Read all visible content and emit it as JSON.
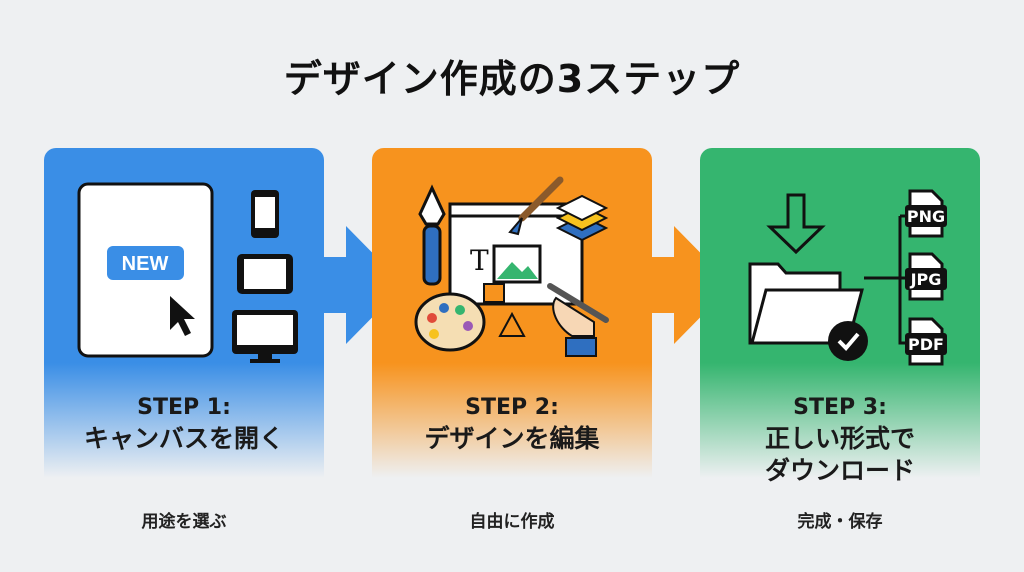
{
  "title": "デザイン作成の3ステップ",
  "colors": {
    "blue": "#3a8ee6",
    "orange": "#f7931e",
    "green": "#35b56f",
    "background": "#eef0f2"
  },
  "steps": [
    {
      "step": "STEP 1:",
      "heading": [
        "キャンバスを開く"
      ],
      "caption": "用途を選ぶ",
      "badge": "NEW",
      "icons": [
        "canvas-icon",
        "cursor-icon",
        "smartphone-icon",
        "tablet-icon",
        "monitor-icon"
      ]
    },
    {
      "step": "STEP 2:",
      "heading": [
        "デザインを編集"
      ],
      "caption": "自由に作成",
      "text_tool": "T",
      "icons": [
        "pen-nib-icon",
        "paintbrush-icon",
        "layers-icon",
        "image-icon",
        "palette-icon",
        "hand-stylus-icon"
      ]
    },
    {
      "step": "STEP 3:",
      "heading": [
        "正しい形式で",
        "ダウンロード"
      ],
      "caption": "完成・保存",
      "formats": [
        "PNG",
        "JPG",
        "PDF"
      ],
      "icons": [
        "download-arrow-icon",
        "folder-icon",
        "check-icon",
        "file-icon"
      ]
    }
  ]
}
